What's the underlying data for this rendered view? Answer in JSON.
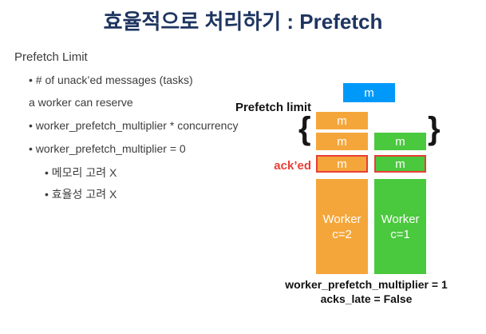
{
  "title": "효율적으로 처리하기 : Prefetch",
  "left_panel": {
    "heading": "Prefetch Limit",
    "line1": "• # of unack’ed messages (tasks)",
    "line2": "a worker can reserve",
    "line3": "• worker_prefetch_multiplier * concurrency",
    "line4": "• worker_prefetch_multiplier = 0",
    "line5": "• 메모리 고려 X",
    "line6": "• 효율성 고려 X"
  },
  "diagram": {
    "prefetch_limit_label": "Prefetch limit",
    "acked_label": "ack’ed",
    "brace_left": "{",
    "brace_right": "}",
    "message_label": "m",
    "colors": {
      "blue": "#0099FA",
      "orange": "#F5A63A",
      "green": "#4AC83E",
      "red": "#E83E35"
    },
    "workers": [
      {
        "name": "Worker",
        "concurrency": "c=2",
        "color": "#F5A63A"
      },
      {
        "name": "Worker",
        "concurrency": "c=1",
        "color": "#4AC83E"
      }
    ],
    "caption": {
      "line1": "worker_prefetch_multiplier = 1",
      "line2": "acks_late = False"
    }
  }
}
